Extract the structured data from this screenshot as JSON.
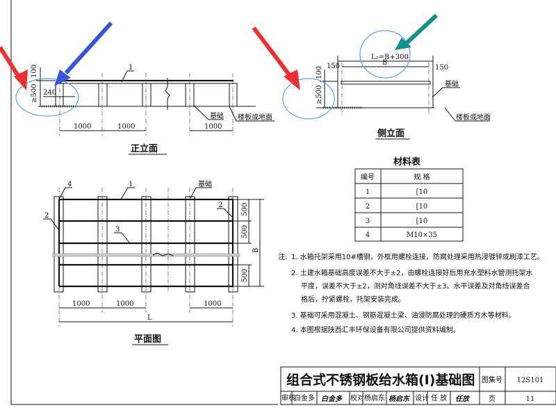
{
  "front_elevation": {
    "title": "正立面",
    "dim_100": "100",
    "dim_500": "≥500",
    "dim_240": "240",
    "spacing": [
      "1000",
      "1000",
      "1000"
    ],
    "part_label": "1",
    "foundation_label": "基础",
    "floor_label": "楼板或地面"
  },
  "side_elevation": {
    "title": "侧立面",
    "dim_total": "L₂=B+300",
    "dim_b": "B",
    "dim_150_left": "150",
    "dim_150_right": "150",
    "dim_100": "100",
    "dim_500": "≥500",
    "foundation_label": "基础",
    "floor_label": "楼板或地面"
  },
  "material_table": {
    "title": "材料表",
    "headers": [
      "编号",
      "规  格"
    ],
    "rows": [
      {
        "no": "1",
        "spec": "[10"
      },
      {
        "no": "2",
        "spec": "[10"
      },
      {
        "no": "3",
        "spec": "[10"
      },
      {
        "no": "4",
        "spec": "M10×35"
      }
    ]
  },
  "plan_view": {
    "title": "平面图",
    "labels": {
      "p4": "4",
      "p1": "1",
      "foundation": "基础",
      "p2_left": "2",
      "p2_right": "2",
      "p3": "3"
    },
    "right_dims": [
      "500",
      "500",
      "500"
    ],
    "dim_b": "B",
    "spacing": [
      "1000",
      "1000",
      "1000"
    ],
    "dim_l": "L"
  },
  "notes": {
    "prefix": "注:",
    "items": [
      "1. 水箱托架采用10#槽钢，外框用螺栓连接，防腐处理采用热浸镀锌或刷漆工艺。",
      "2. 土建水箱基础高度误差不大于±2，由螺栓连接好后用充水塑料水管测托架水",
      "平度，误差不大于±2，测对角线误差不大于±3。水平误差及对角线误差合",
      "格后，拧紧螺栓，托架安装完成。",
      "3. 基础可采用混凝土、钢筋混凝土梁、油浸防腐处理的硬质方木等材料。",
      "4. 本图根据陕西汇丰环保设备有限公司提供资料编制。"
    ]
  },
  "title_block": {
    "title": "组合式不锈钢板给水箱(Ⅰ)基础图",
    "atlas_label": "图集号",
    "atlas_no": "12S101",
    "review_label": "审核",
    "reviewer": "白金多",
    "reviewer_sig": "白金多",
    "check_label": "校对",
    "checker": "杨启东",
    "checker_sig": "杨启东",
    "design_label": "设计",
    "designer": "任 放",
    "designer_sig": "任放",
    "page_label": "页",
    "page_no": "11"
  },
  "annotation_colors": {
    "red": "#f03030",
    "blue": "#3a56d8",
    "teal": "#12908a",
    "circle": "#5aa8e0"
  }
}
